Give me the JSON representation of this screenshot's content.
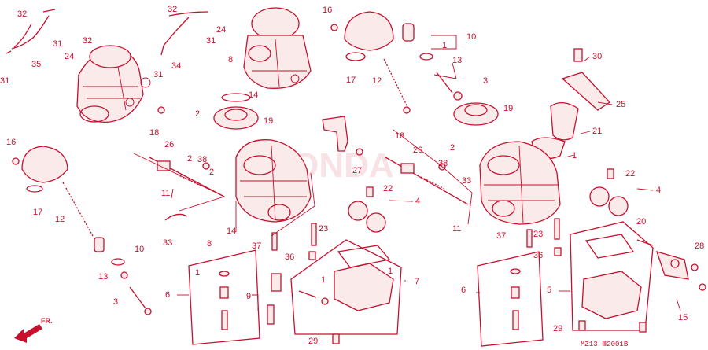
{
  "diagram": {
    "code": "MZ13-Ⅲ2001B",
    "direction_label": "FR.",
    "watermark": "HONDA",
    "accent_color": "#c8102e",
    "callouts": [
      {
        "id": "c1",
        "text": "32"
      },
      {
        "id": "c2",
        "text": "31"
      },
      {
        "id": "c3",
        "text": "24"
      },
      {
        "id": "c4",
        "text": "32"
      },
      {
        "id": "c5",
        "text": "35"
      },
      {
        "id": "c6",
        "text": "31"
      },
      {
        "id": "c7",
        "text": "32"
      },
      {
        "id": "c8",
        "text": "24"
      },
      {
        "id": "c9",
        "text": "31"
      },
      {
        "id": "c10",
        "text": "34"
      },
      {
        "id": "c11",
        "text": "31"
      },
      {
        "id": "c12",
        "text": "8"
      },
      {
        "id": "c13",
        "text": "14"
      },
      {
        "id": "c14",
        "text": "16"
      },
      {
        "id": "c15",
        "text": "1"
      },
      {
        "id": "c16",
        "text": "10"
      },
      {
        "id": "c17",
        "text": "13"
      },
      {
        "id": "c18",
        "text": "17"
      },
      {
        "id": "c19",
        "text": "12"
      },
      {
        "id": "c20",
        "text": "3"
      },
      {
        "id": "c21",
        "text": "30"
      },
      {
        "id": "c22",
        "text": "25"
      },
      {
        "id": "c23",
        "text": "19"
      },
      {
        "id": "c24",
        "text": "18"
      },
      {
        "id": "c25",
        "text": "26"
      },
      {
        "id": "c26",
        "text": "2"
      },
      {
        "id": "c27",
        "text": "2"
      },
      {
        "id": "c28",
        "text": "38"
      },
      {
        "id": "c29",
        "text": "2"
      },
      {
        "id": "c30",
        "text": "19"
      },
      {
        "id": "c31",
        "text": "18"
      },
      {
        "id": "c32",
        "text": "26"
      },
      {
        "id": "c33",
        "text": "2"
      },
      {
        "id": "c34",
        "text": "21"
      },
      {
        "id": "c35",
        "text": "16"
      },
      {
        "id": "c36",
        "text": "17"
      },
      {
        "id": "c37",
        "text": "12"
      },
      {
        "id": "c38",
        "text": "11"
      },
      {
        "id": "c39",
        "text": "33"
      },
      {
        "id": "c40",
        "text": "8"
      },
      {
        "id": "c41",
        "text": "14"
      },
      {
        "id": "c42",
        "text": "27"
      },
      {
        "id": "c43",
        "text": "22"
      },
      {
        "id": "c44",
        "text": "4"
      },
      {
        "id": "c45",
        "text": "38"
      },
      {
        "id": "c46",
        "text": "33"
      },
      {
        "id": "c47",
        "text": "1"
      },
      {
        "id": "c48",
        "text": "22"
      },
      {
        "id": "c49",
        "text": "4"
      },
      {
        "id": "c50",
        "text": "11"
      },
      {
        "id": "c51",
        "text": "10"
      },
      {
        "id": "c52",
        "text": "13"
      },
      {
        "id": "c53",
        "text": "3"
      },
      {
        "id": "c54",
        "text": "6"
      },
      {
        "id": "c55",
        "text": "1"
      },
      {
        "id": "c56",
        "text": "37"
      },
      {
        "id": "c57",
        "text": "36"
      },
      {
        "id": "c58",
        "text": "23"
      },
      {
        "id": "c59",
        "text": "9"
      },
      {
        "id": "c60",
        "text": "1"
      },
      {
        "id": "c61",
        "text": "1"
      },
      {
        "id": "c62",
        "text": "7"
      },
      {
        "id": "c63",
        "text": "29"
      },
      {
        "id": "c64",
        "text": "37"
      },
      {
        "id": "c65",
        "text": "23"
      },
      {
        "id": "c66",
        "text": "36"
      },
      {
        "id": "c67",
        "text": "6"
      },
      {
        "id": "c68",
        "text": "5"
      },
      {
        "id": "c69",
        "text": "20"
      },
      {
        "id": "c70",
        "text": "28"
      },
      {
        "id": "c71",
        "text": "29"
      },
      {
        "id": "c72",
        "text": "15"
      }
    ]
  }
}
